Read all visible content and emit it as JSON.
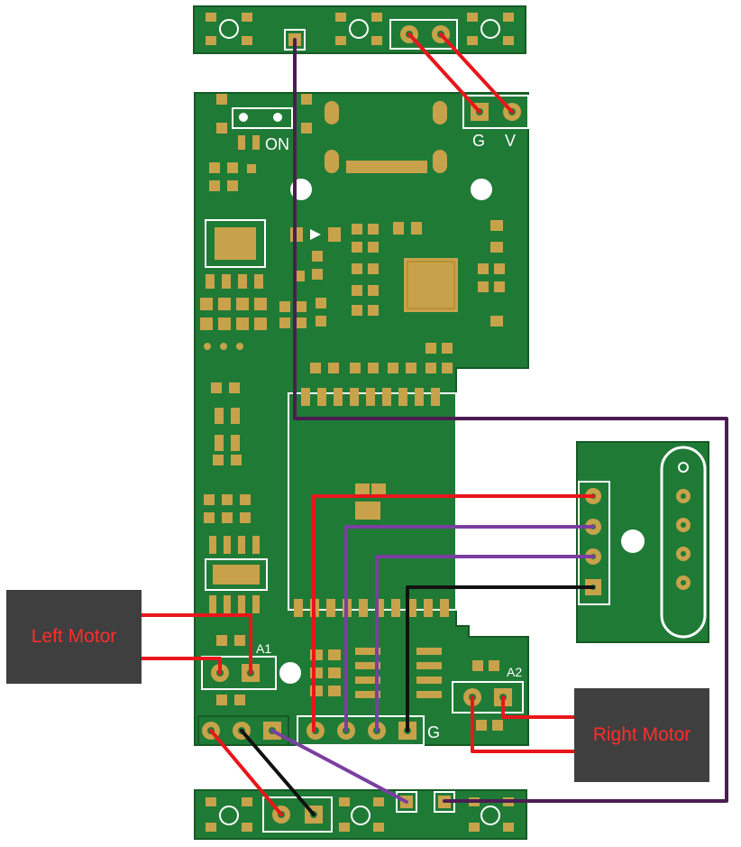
{
  "colors": {
    "board": "#1f7a36",
    "board_edge": "#145a24",
    "copper": "#c8a24a",
    "silk": "#ffffff",
    "wire_red": "#e8161b",
    "wire_purple": "#7a3fa0",
    "wire_black": "#111111",
    "wire_dark_purple": "#4b1d52",
    "label_bg": "#3f3f3f",
    "label_text": "#ff2d2d"
  },
  "silk_labels": {
    "on": "ON",
    "g_top": "G",
    "v_top": "V",
    "a1": "A1",
    "a2": "A2",
    "g_bottom": "G"
  },
  "labels": {
    "left_motor": "Left Motor",
    "right_motor": "Right Motor"
  }
}
